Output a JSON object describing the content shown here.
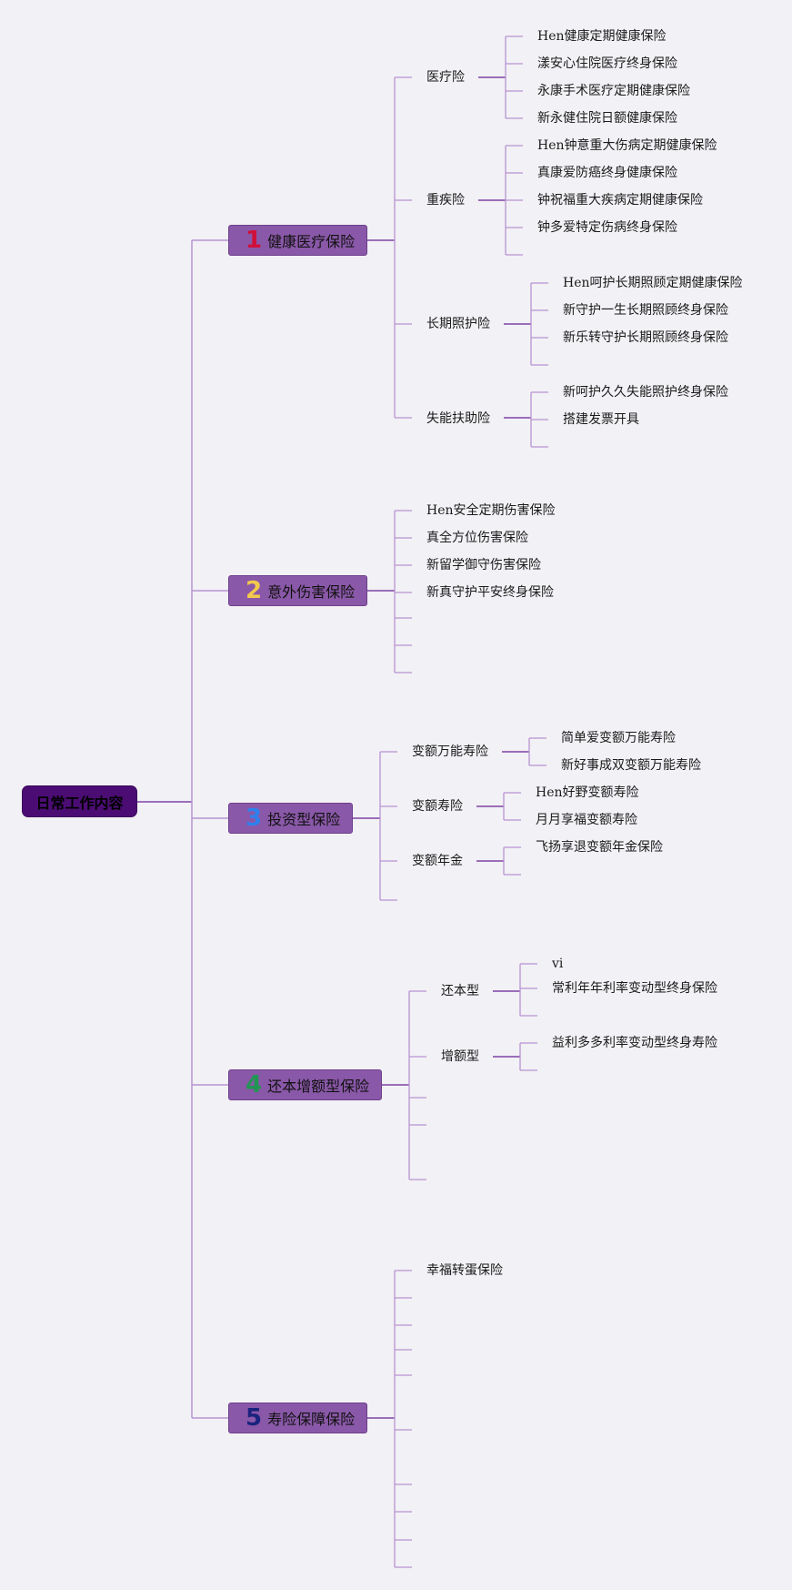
{
  "root": {
    "label": "日常工作内容"
  },
  "categories": [
    {
      "num": "1",
      "num_color": "#d0103a",
      "label": "健康医疗保险",
      "subs": [
        {
          "label": "医疗险",
          "items": [
            "Hen健康定期健康保险",
            "漾安心住院医疗终身保险",
            "永康手术医疗定期健康保险",
            "新永健住院日额健康保险"
          ]
        },
        {
          "label": "重疾险",
          "items": [
            "Hen钟意重大伤病定期健康保险",
            "真康爱防癌终身健康保险",
            "钟祝福重大疾病定期健康保险",
            "钟多爱特定伤病终身保险"
          ]
        },
        {
          "label": "长期照护险",
          "items": [
            "Hen呵护长期照顾定期健康保险",
            "新守护一生长期照顾终身保险",
            "新乐转守护长期照顾终身保险"
          ]
        },
        {
          "label": "失能扶助险",
          "items": [
            "新呵护久久失能照护终身保险",
            "搭建发票开具"
          ]
        }
      ]
    },
    {
      "num": "2",
      "num_color": "#f2c94c",
      "label": "意外伤害保险",
      "items": [
        "Hen安全定期伤害保险",
        "真全方位伤害保险",
        "新留学御守伤害保险",
        "新真守护平安终身保险"
      ]
    },
    {
      "num": "3",
      "num_color": "#2f80ed",
      "label": "投资型保险",
      "subs": [
        {
          "label": "变额万能寿险",
          "items": [
            "简单爱变额万能寿险",
            "新好事成双变额万能寿险"
          ]
        },
        {
          "label": "变额寿险",
          "items": [
            "Hen好野变额寿险",
            "月月享福变额寿险"
          ]
        },
        {
          "label": "变额年金",
          "items": [
            "飞扬享退变额年金保险"
          ]
        }
      ]
    },
    {
      "num": "4",
      "num_color": "#219653",
      "label": "还本增额型保险",
      "subs": [
        {
          "label": "还本型",
          "items": [
            "vi",
            "常利年年利率变动型终身保险"
          ]
        },
        {
          "label": "增额型",
          "items": [
            "益利多多利率变动型终身寿险"
          ]
        }
      ]
    },
    {
      "num": "5",
      "num_color": "#1a237e",
      "label": "寿险保障保险",
      "items": [
        "幸福转蛋保险"
      ]
    }
  ],
  "colors": {
    "line": "#b794d2",
    "line_strong": "#8e5bb0",
    "root_bg": "#4b0d74",
    "cat_bg": "#8a58a8",
    "background": "#f2f1f5"
  }
}
